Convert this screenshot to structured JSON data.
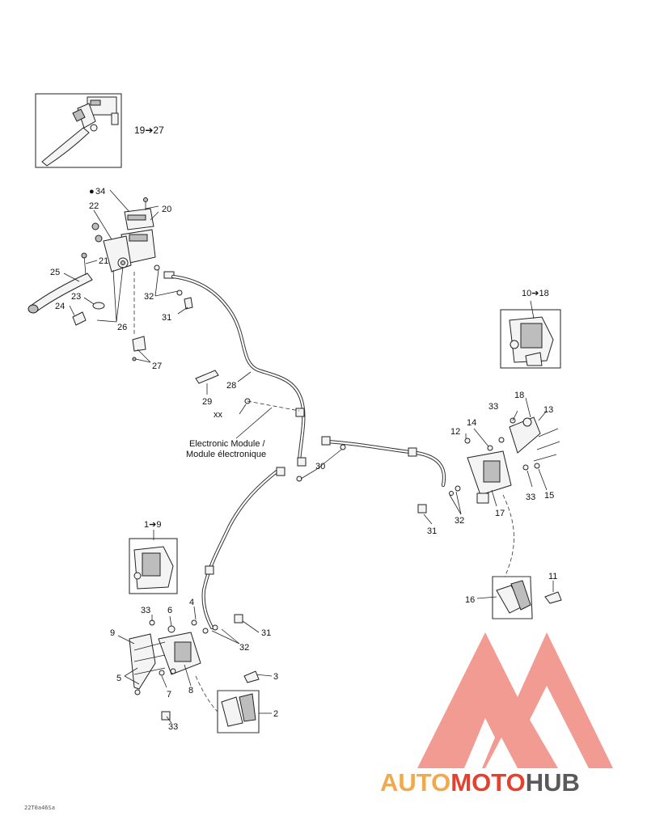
{
  "callouts": {
    "c1_9": "1➔9",
    "c2": "2",
    "c3": "3",
    "c4": "4",
    "c5": "5",
    "c6": "6",
    "c7": "7",
    "c8": "8",
    "c9": "9",
    "c10_18": "10➔18",
    "c11": "11",
    "c12": "12",
    "c13": "13",
    "c14": "14",
    "c15": "15",
    "c16": "16",
    "c17": "17",
    "c18": "18",
    "c19_27": "19➔27",
    "c20": "20",
    "c21": "21",
    "c22": "22",
    "c23": "23",
    "c24": "24",
    "c25": "25",
    "c26": "26",
    "c27": "27",
    "c28": "28",
    "c29": "29",
    "c30": "30",
    "c31a": "31",
    "c31b": "31",
    "c31c": "31",
    "c32a": "32",
    "c32b": "32",
    "c32c": "32",
    "c33a": "33",
    "c33b": "33",
    "c33c": "33",
    "c33d": "33",
    "c34": "34",
    "xx": "xx"
  },
  "module_label": {
    "line1": "Electronic Module /",
    "line2": "Module électronique"
  },
  "diagram_code": "22T0a46Sa",
  "watermark": {
    "part1": "AUTO",
    "part2": "MOTO",
    "part3": "HUB",
    "colors": {
      "triangle": "#f08a80",
      "auto": "#f2a94b",
      "moto": "#e4412f",
      "hub": "#5a5a5a"
    }
  }
}
